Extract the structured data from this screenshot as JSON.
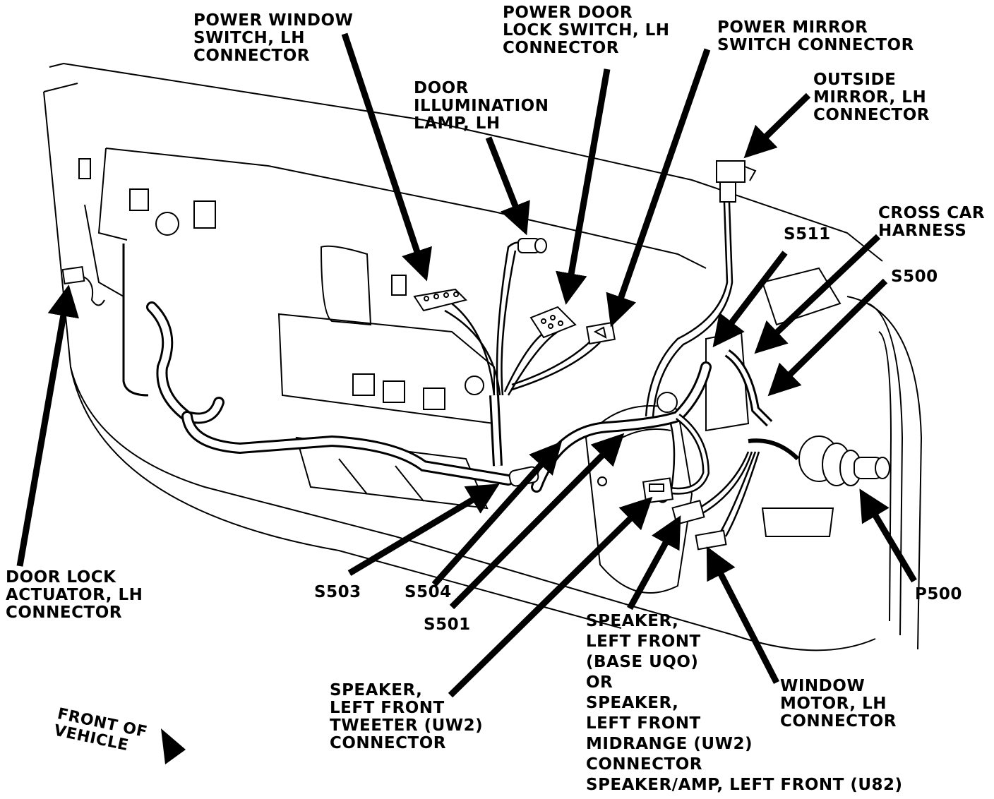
{
  "labels": {
    "power_window_switch": [
      "POWER WINDOW",
      "SWITCH, LH",
      "CONNECTOR"
    ],
    "power_door_lock_switch": [
      "POWER DOOR",
      "LOCK SWITCH, LH",
      "CONNECTOR"
    ],
    "power_mirror_switch": [
      "POWER MIRROR",
      "SWITCH CONNECTOR"
    ],
    "door_illumination_lamp": [
      "DOOR",
      "ILLUMINATION",
      "LAMP, LH"
    ],
    "outside_mirror": [
      "OUTSIDE",
      "MIRROR, LH",
      "CONNECTOR"
    ],
    "cross_car_harness": [
      "CROSS CAR",
      "HARNESS"
    ],
    "s511": "S511",
    "s500": "S500",
    "door_lock_actuator": [
      "DOOR LOCK",
      "ACTUATOR, LH",
      "CONNECTOR"
    ],
    "s503": "S503",
    "s504": "S504",
    "s501": "S501",
    "p500": "P500",
    "speaker_tweeter": [
      "SPEAKER,",
      "LEFT FRONT",
      "TWEETER  (UW2)",
      "CONNECTOR"
    ],
    "speaker_left_front": [
      "SPEAKER,",
      "LEFT FRONT",
      "(BASE UQO)",
      "OR",
      "SPEAKER,",
      "LEFT FRONT",
      "MIDRANGE (UW2)",
      "CONNECTOR",
      "SPEAKER/AMP, LEFT FRONT (U82)"
    ],
    "window_motor": [
      "WINDOW",
      "MOTOR, LH",
      "CONNECTOR"
    ],
    "front_of_vehicle": [
      "FRONT OF",
      "VEHICLE"
    ]
  }
}
